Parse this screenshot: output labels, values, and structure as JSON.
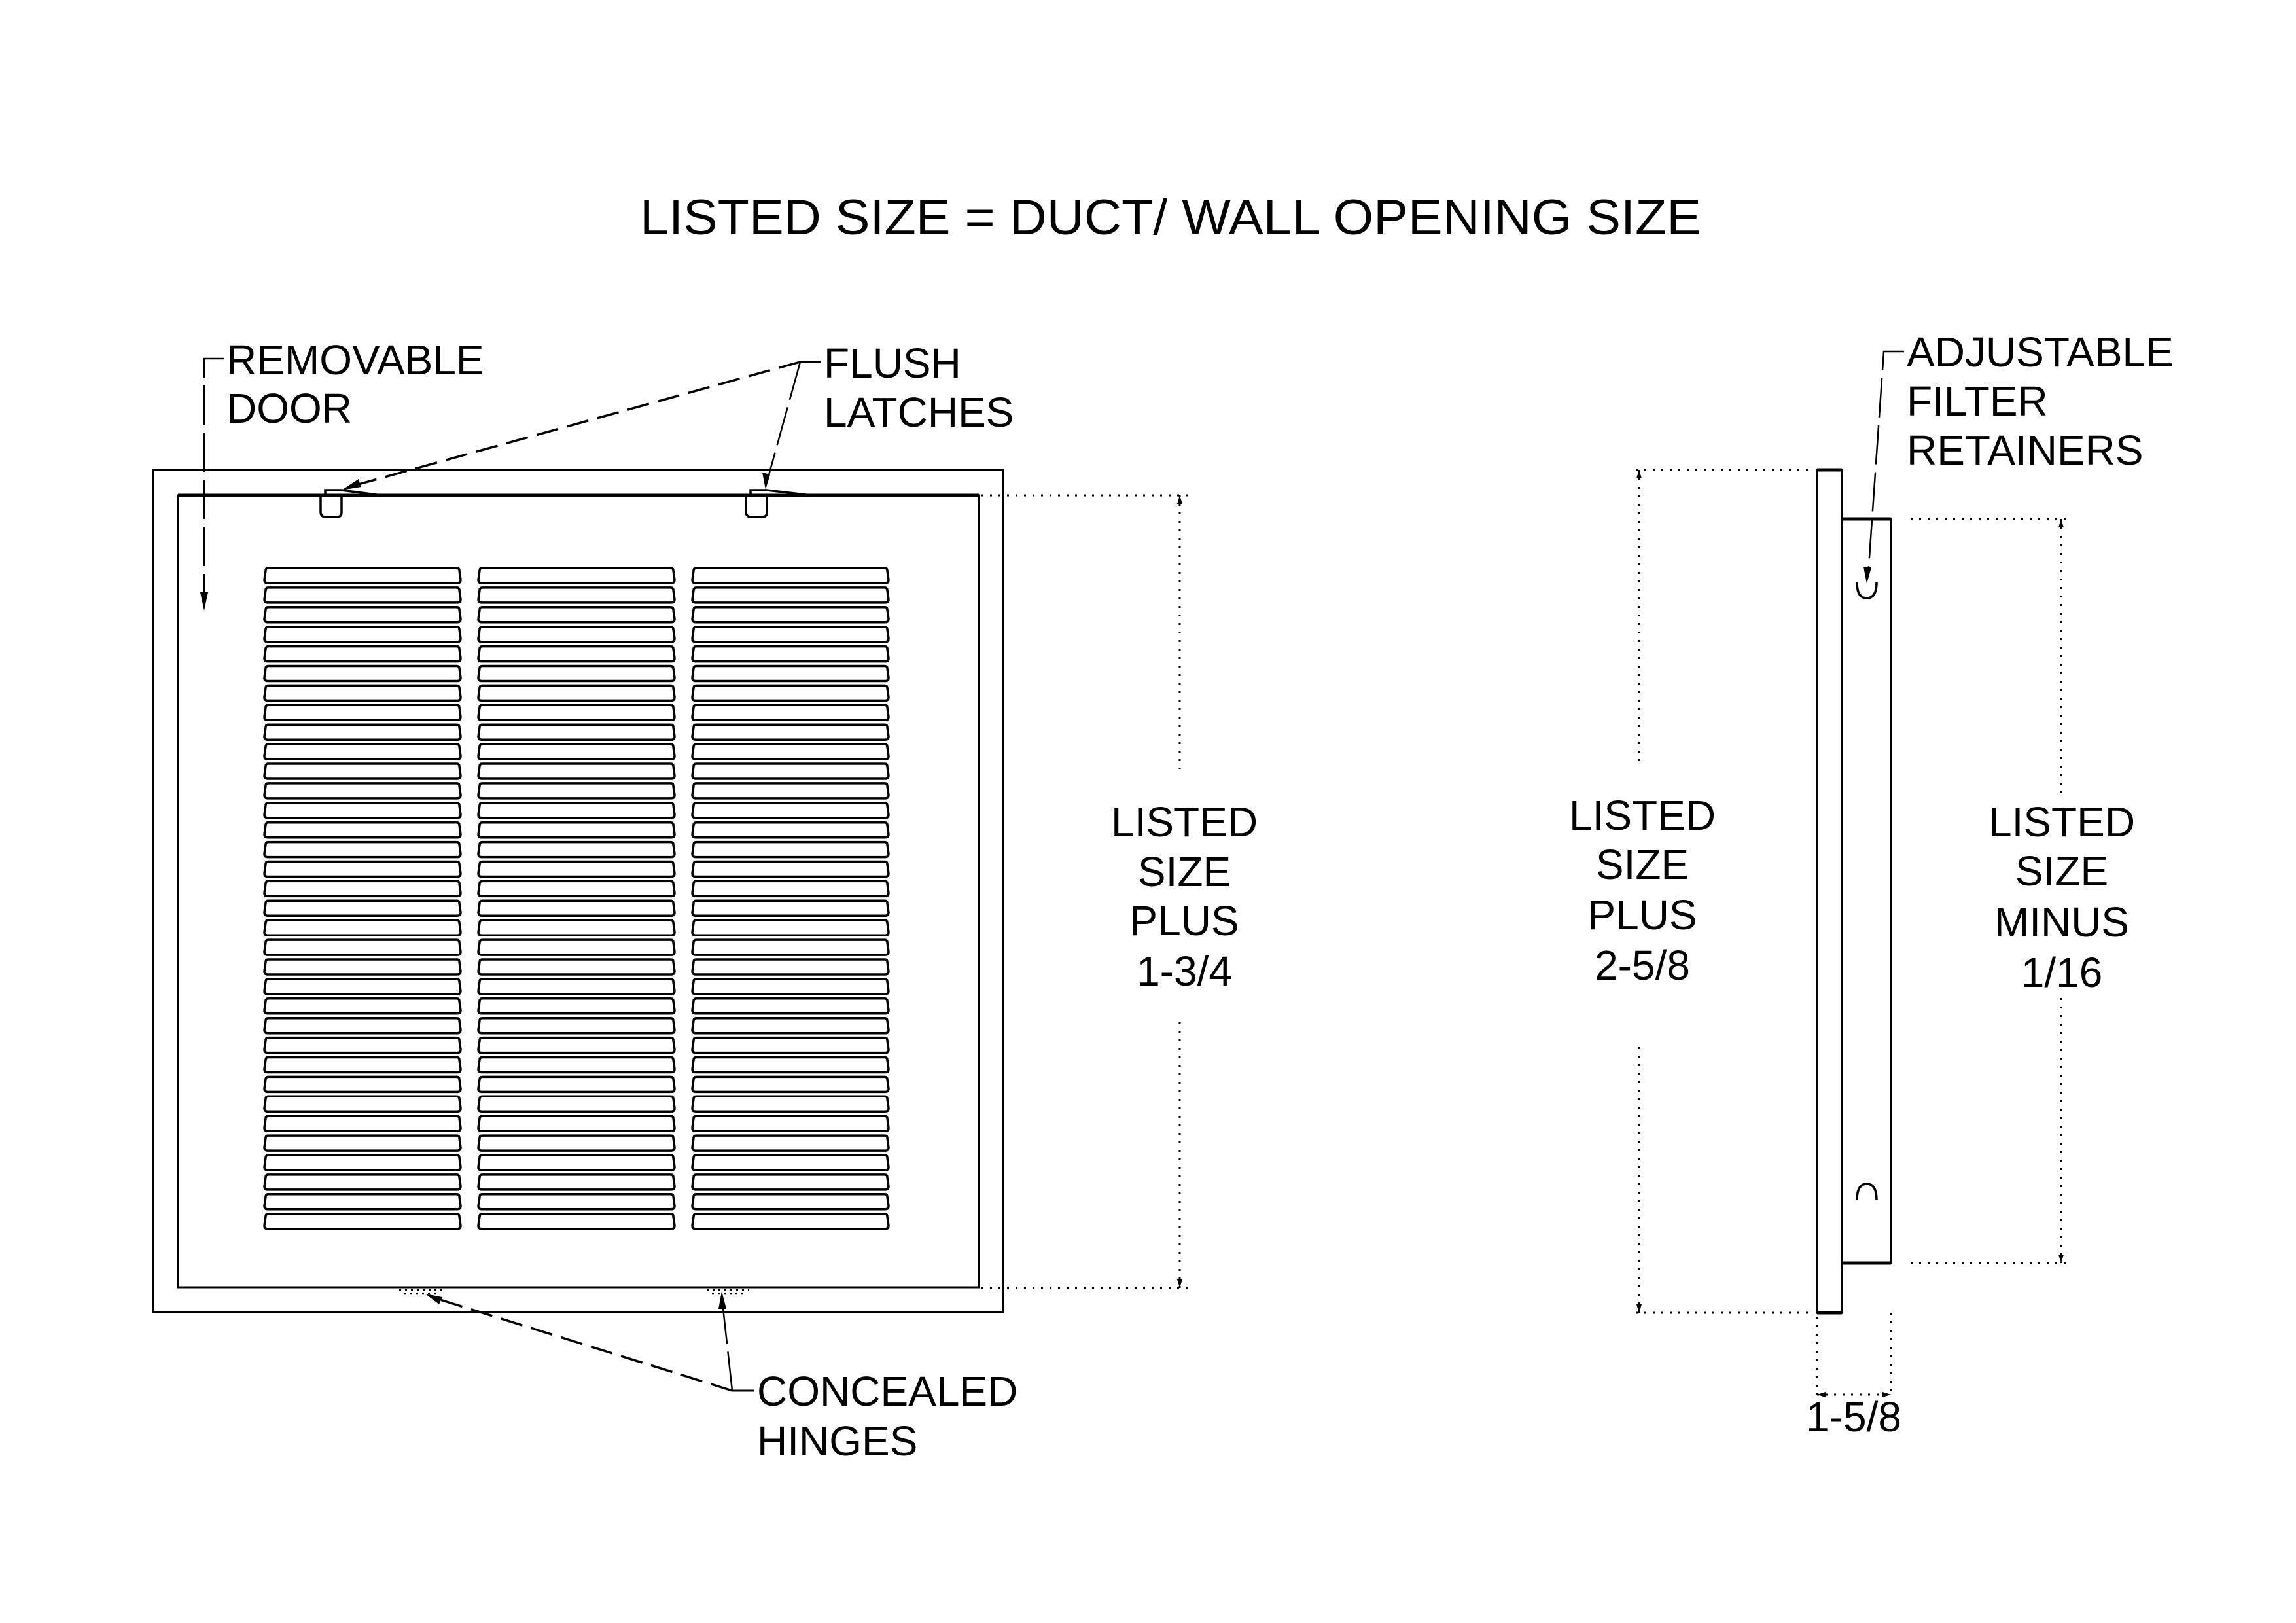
{
  "title": "LISTED SIZE = DUCT/ WALL OPENING SIZE",
  "front_view": {
    "callouts": {
      "removable_door": [
        "REMOVABLE",
        "DOOR"
      ],
      "flush_latches": [
        "FLUSH",
        "LATCHES"
      ],
      "concealed_hinges": [
        "CONCEALED",
        "HINGES"
      ]
    },
    "louver_columns": 3,
    "louver_rows": 34,
    "latch_count": 2,
    "hinge_count": 2,
    "dimension": [
      "LISTED",
      "SIZE",
      "PLUS",
      "1-3/4"
    ]
  },
  "side_view": {
    "callouts": {
      "filter_retainers": [
        "ADJUSTABLE",
        "FILTER",
        "RETAINERS"
      ]
    },
    "dimension_overall": [
      "LISTED",
      "SIZE",
      "PLUS",
      "2-5/8"
    ],
    "dimension_filter": [
      "LISTED",
      "SIZE",
      "MINUS",
      "1/16"
    ],
    "dimension_depth": "1-5/8"
  },
  "colors": {
    "line": "#000000",
    "background": "#ffffff"
  }
}
